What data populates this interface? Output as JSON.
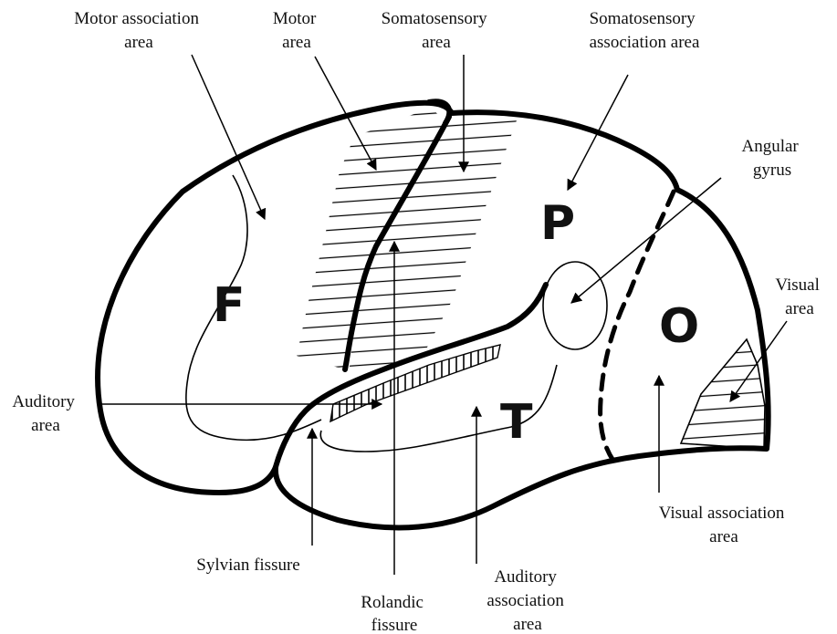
{
  "labels": {
    "motor_association": [
      "Motor association",
      "area"
    ],
    "motor": [
      "Motor",
      "area"
    ],
    "somatosensory": [
      "Somatosensory",
      "area"
    ],
    "somatosensory_association": [
      "Somatosensory",
      "association area"
    ],
    "angular_gyrus": [
      "Angular",
      "gyrus"
    ],
    "visual": [
      "Visual",
      "area"
    ],
    "auditory": [
      "Auditory",
      "area"
    ],
    "visual_association": [
      "Visual association",
      "area"
    ],
    "sylvian": [
      "Sylvian fissure"
    ],
    "rolandic": [
      "Rolandic",
      "fissure"
    ],
    "auditory_association": [
      "Auditory",
      "association",
      "area"
    ]
  },
  "lobes": {
    "frontal": "F",
    "parietal": "P",
    "occipital": "O",
    "temporal": "T"
  },
  "colors": {
    "ink": "#000000",
    "background": "#ffffff"
  }
}
